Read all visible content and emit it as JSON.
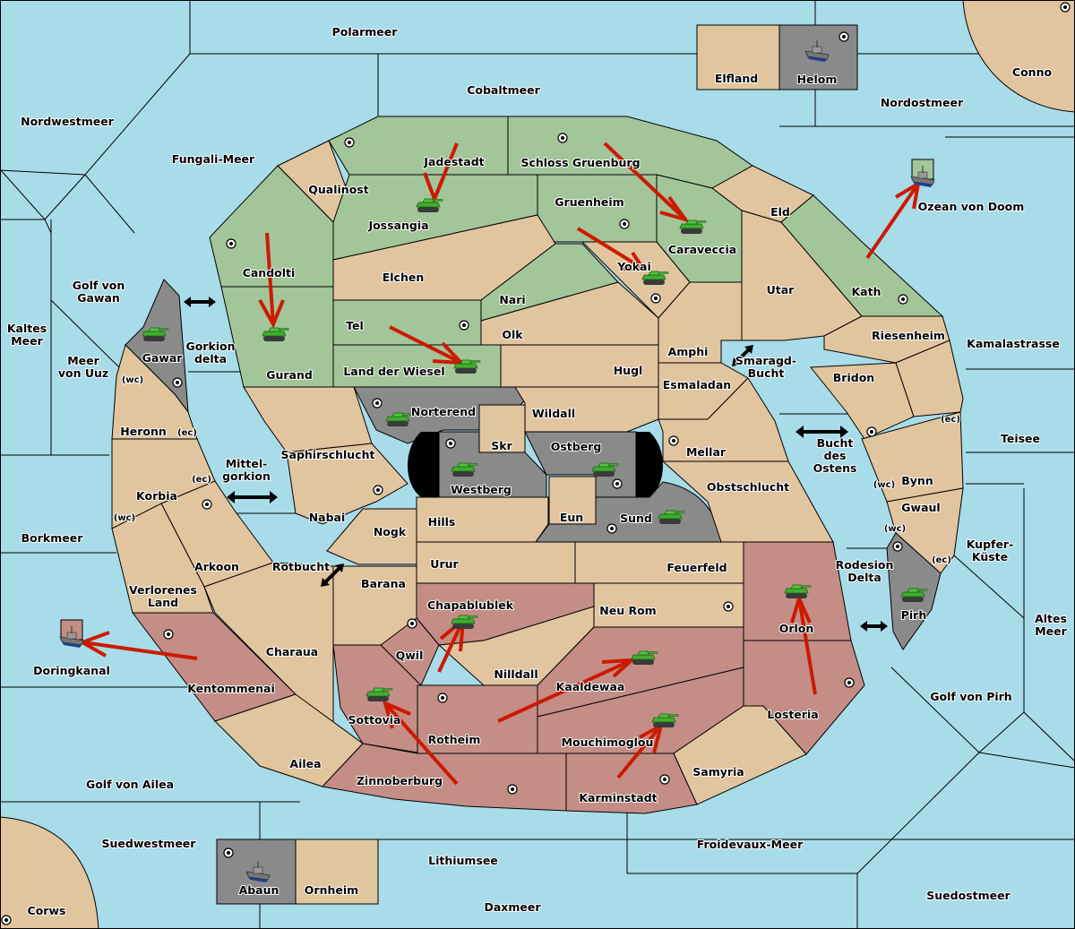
{
  "map": {
    "title": "Diplomacy variant map",
    "colors": {
      "sea": "#a8dce9",
      "neutral": "#e1c59e",
      "green_power": "#a3c59a",
      "gray_power": "#8a8a8a",
      "red_power": "#c48d86",
      "order_arrow": "#cc1a00",
      "border": "#000000"
    },
    "seas": [
      {
        "id": "polarmeer",
        "name": "Polarmeer"
      },
      {
        "id": "cobaltmeer",
        "name": "Cobaltmeer"
      },
      {
        "id": "nordwestmeer",
        "name": "Nordwestmeer"
      },
      {
        "id": "fungali",
        "name": "Fungali-Meer"
      },
      {
        "id": "nordostmeer",
        "name": "Nordostmeer"
      },
      {
        "id": "ozean",
        "name": "Ozean von Doom"
      },
      {
        "id": "golf-gawan",
        "name": "Golf von\nGawan"
      },
      {
        "id": "kaltes",
        "name": "Kaltes\nMeer"
      },
      {
        "id": "uuz",
        "name": "Meer\nvon Uuz"
      },
      {
        "id": "gorkion",
        "name": "Gorkion\ndelta"
      },
      {
        "id": "mittelgorkion",
        "name": "Mittel-\ngorkion"
      },
      {
        "id": "rotbucht",
        "name": "Rotbucht"
      },
      {
        "id": "borkmeer",
        "name": "Borkmeer"
      },
      {
        "id": "doringkanal",
        "name": "Doringkanal"
      },
      {
        "id": "golf-ailea",
        "name": "Golf von Ailea"
      },
      {
        "id": "suedwestmeer",
        "name": "Suedwestmeer"
      },
      {
        "id": "lithiumsee",
        "name": "Lithiumsee"
      },
      {
        "id": "daxmeer",
        "name": "Daxmeer"
      },
      {
        "id": "froidevaux",
        "name": "Froidevaux-Meer"
      },
      {
        "id": "suedostmeer",
        "name": "Suedostmeer"
      },
      {
        "id": "golf-pirh",
        "name": "Golf von Pirh"
      },
      {
        "id": "altes",
        "name": "Altes\nMeer"
      },
      {
        "id": "kupfer",
        "name": "Kupfer-\nKüste"
      },
      {
        "id": "rodesion",
        "name": "Rodesion\nDelta"
      },
      {
        "id": "teisee",
        "name": "Teisee"
      },
      {
        "id": "kamala",
        "name": "Kamalastrasse"
      },
      {
        "id": "bucht-ostens",
        "name": "Bucht\ndes\nOstens"
      },
      {
        "id": "smaragd",
        "name": "Smaragd-\nBucht"
      }
    ],
    "lands": [
      {
        "id": "elfland",
        "name": "Elfland",
        "owner": "neutral"
      },
      {
        "id": "helom",
        "name": "Helom",
        "owner": "gray",
        "supply_center": true,
        "unit": "fleet"
      },
      {
        "id": "conno",
        "name": "Conno",
        "owner": "neutral",
        "supply_center": true
      },
      {
        "id": "jadestadt",
        "name": "Jadestadt",
        "owner": "green",
        "supply_center": true
      },
      {
        "id": "schloss",
        "name": "Schloss Gruenburg",
        "owner": "green",
        "supply_center": true
      },
      {
        "id": "qualinost",
        "name": "Qualinost",
        "owner": "neutral"
      },
      {
        "id": "jossangia",
        "name": "Jossangia",
        "owner": "green",
        "unit": "army"
      },
      {
        "id": "gruenheim",
        "name": "Gruenheim",
        "owner": "green",
        "supply_center": true
      },
      {
        "id": "caraveccia",
        "name": "Caraveccia",
        "owner": "green",
        "unit": "army"
      },
      {
        "id": "eld",
        "name": "Eld",
        "owner": "neutral"
      },
      {
        "id": "candolti",
        "name": "Candolti",
        "owner": "green",
        "supply_center": true
      },
      {
        "id": "gurand",
        "name": "Gurand",
        "owner": "green",
        "unit": "army"
      },
      {
        "id": "elchen",
        "name": "Elchen",
        "owner": "neutral"
      },
      {
        "id": "nari",
        "name": "Nari",
        "owner": "green"
      },
      {
        "id": "yokai",
        "name": "Yokai",
        "owner": "neutral",
        "supply_center": true,
        "unit": "army"
      },
      {
        "id": "utar",
        "name": "Utar",
        "owner": "neutral"
      },
      {
        "id": "kath",
        "name": "Kath",
        "owner": "green",
        "supply_center": true
      },
      {
        "id": "tel",
        "name": "Tel",
        "owner": "green",
        "supply_center": true
      },
      {
        "id": "olk",
        "name": "Olk",
        "owner": "neutral"
      },
      {
        "id": "wiesel",
        "name": "Land der Wiesel",
        "owner": "green",
        "unit": "army"
      },
      {
        "id": "hugl",
        "name": "Hugl",
        "owner": "neutral"
      },
      {
        "id": "amphi",
        "name": "Amphi",
        "owner": "neutral"
      },
      {
        "id": "esmaladan",
        "name": "Esmaladan",
        "owner": "neutral"
      },
      {
        "id": "riesenheim",
        "name": "Riesenheim",
        "owner": "neutral"
      },
      {
        "id": "bridon",
        "name": "Bridon",
        "owner": "neutral",
        "supply_center": true
      },
      {
        "id": "gawar",
        "name": "Gawar",
        "owner": "gray",
        "supply_center": true,
        "unit": "army"
      },
      {
        "id": "heronn",
        "name": "Heronn",
        "owner": "neutral",
        "coasts": [
          "(wc)",
          "(ec)"
        ]
      },
      {
        "id": "korbia",
        "name": "Korbia",
        "owner": "neutral",
        "coasts": [
          "(ec)",
          "(wc)"
        ]
      },
      {
        "id": "arkoon",
        "name": "Arkoon",
        "owner": "neutral",
        "supply_center": true
      },
      {
        "id": "verlorenes",
        "name": "Verlorenes\nLand",
        "owner": "neutral"
      },
      {
        "id": "norterend",
        "name": "Norterend",
        "owner": "gray",
        "supply_center": true,
        "unit": "army"
      },
      {
        "id": "wildall",
        "name": "Wildall",
        "owner": "neutral"
      },
      {
        "id": "skr",
        "name": "Skr",
        "owner": "neutral"
      },
      {
        "id": "westberg",
        "name": "Westberg",
        "owner": "gray",
        "supply_center": true,
        "unit": "army"
      },
      {
        "id": "ostberg",
        "name": "Ostberg",
        "owner": "gray",
        "supply_center": true,
        "unit": "army"
      },
      {
        "id": "mellar",
        "name": "Mellar",
        "owner": "neutral",
        "supply_center": true
      },
      {
        "id": "saphir",
        "name": "Saphirschlucht",
        "owner": "neutral"
      },
      {
        "id": "nabai",
        "name": "Nabai",
        "owner": "neutral",
        "supply_center": true
      },
      {
        "id": "nogk",
        "name": "Nogk",
        "owner": "neutral"
      },
      {
        "id": "hills",
        "name": "Hills",
        "owner": "neutral"
      },
      {
        "id": "eun",
        "name": "Eun",
        "owner": "neutral"
      },
      {
        "id": "sund",
        "name": "Sund",
        "owner": "gray",
        "supply_center": true,
        "unit": "army"
      },
      {
        "id": "obst",
        "name": "Obstschlucht",
        "owner": "neutral"
      },
      {
        "id": "bynn",
        "name": "Bynn",
        "owner": "neutral",
        "coasts": [
          "(ec)",
          "(wc)"
        ]
      },
      {
        "id": "gwaul",
        "name": "Gwaul",
        "owner": "neutral",
        "coasts": [
          "(wc)",
          "(ec)"
        ]
      },
      {
        "id": "pirh",
        "name": "Pirh",
        "owner": "gray",
        "supply_center": true,
        "unit": "army"
      },
      {
        "id": "urur",
        "name": "Urur",
        "owner": "neutral"
      },
      {
        "id": "feuerfeld",
        "name": "Feuerfeld",
        "owner": "neutral"
      },
      {
        "id": "barana",
        "name": "Barana",
        "owner": "neutral"
      },
      {
        "id": "chapa",
        "name": "Chapablublek",
        "owner": "red",
        "unit": "army"
      },
      {
        "id": "neurom",
        "name": "Neu Rom",
        "owner": "neutral",
        "supply_center": true
      },
      {
        "id": "orlon",
        "name": "Orlon",
        "owner": "red",
        "unit": "army"
      },
      {
        "id": "charaua",
        "name": "Charaua",
        "owner": "neutral"
      },
      {
        "id": "kentommenai",
        "name": "Kentommenai",
        "owner": "red",
        "supply_center": true
      },
      {
        "id": "qwil",
        "name": "Qwil",
        "owner": "red",
        "supply_center": true
      },
      {
        "id": "nilldall",
        "name": "Nilldall",
        "owner": "neutral"
      },
      {
        "id": "kaaldewaa",
        "name": "Kaaldewaa",
        "owner": "red",
        "unit": "army"
      },
      {
        "id": "sottovia",
        "name": "Sottovia",
        "owner": "red",
        "unit": "army"
      },
      {
        "id": "rotheim",
        "name": "Rotheim",
        "owner": "red",
        "supply_center": true
      },
      {
        "id": "mouchi",
        "name": "Mouchimoglou",
        "owner": "red",
        "unit": "army"
      },
      {
        "id": "losteria",
        "name": "Losteria",
        "owner": "red",
        "supply_center": true
      },
      {
        "id": "ailea",
        "name": "Ailea",
        "owner": "neutral"
      },
      {
        "id": "zinnoberburg",
        "name": "Zinnoberburg",
        "owner": "red",
        "supply_center": true
      },
      {
        "id": "karminstadt",
        "name": "Karminstadt",
        "owner": "red",
        "supply_center": true
      },
      {
        "id": "samyria",
        "name": "Samyria",
        "owner": "neutral"
      },
      {
        "id": "abaun",
        "name": "Abaun",
        "owner": "gray",
        "supply_center": true,
        "unit": "fleet"
      },
      {
        "id": "ornheim",
        "name": "Ornheim",
        "owner": "neutral"
      },
      {
        "id": "corws",
        "name": "Corws",
        "owner": "neutral",
        "supply_center": true
      }
    ],
    "orders": [
      {
        "unit": "army",
        "from": "Jadestadt",
        "to": "Jossangia",
        "type": "move"
      },
      {
        "unit": "army",
        "from": "Schloss Gruenburg",
        "to": "Caraveccia",
        "type": "move"
      },
      {
        "unit": "army",
        "from": "Gruenheim",
        "to": "Yokai",
        "type": "move"
      },
      {
        "unit": "army",
        "from": "Candolti",
        "to": "Gurand",
        "type": "move"
      },
      {
        "unit": "army",
        "from": "Tel",
        "to": "Land der Wiesel",
        "type": "move"
      },
      {
        "unit": "fleet",
        "from": "Kath",
        "to": "Ozean von Doom",
        "type": "move"
      },
      {
        "unit": "fleet",
        "from": "Kentommenai",
        "to": "Doringkanal",
        "type": "move"
      },
      {
        "unit": "army",
        "from": "Qwil",
        "to": "Chapablublek",
        "type": "move"
      },
      {
        "unit": "army",
        "from": "Rotheim",
        "to": "Kaaldewaa",
        "type": "move"
      },
      {
        "unit": "army",
        "from": "Zinnoberburg",
        "to": "Sottovia",
        "type": "move"
      },
      {
        "unit": "army",
        "from": "Karminstadt",
        "to": "Mouchimoglou",
        "type": "move"
      },
      {
        "unit": "army",
        "from": "Losteria",
        "to": "Orlon",
        "type": "move"
      }
    ],
    "connections": [
      "Gawar ↔ Candolti",
      "Korbia ↔ Saphirschlucht",
      "Arkoon ↔ Barana",
      "Amphi ↔ Esmaladan",
      "Obstschlucht ↔ Bridon",
      "Orlon ↔ Pirh",
      "Westberg ↔ Ostberg tunnel"
    ]
  }
}
